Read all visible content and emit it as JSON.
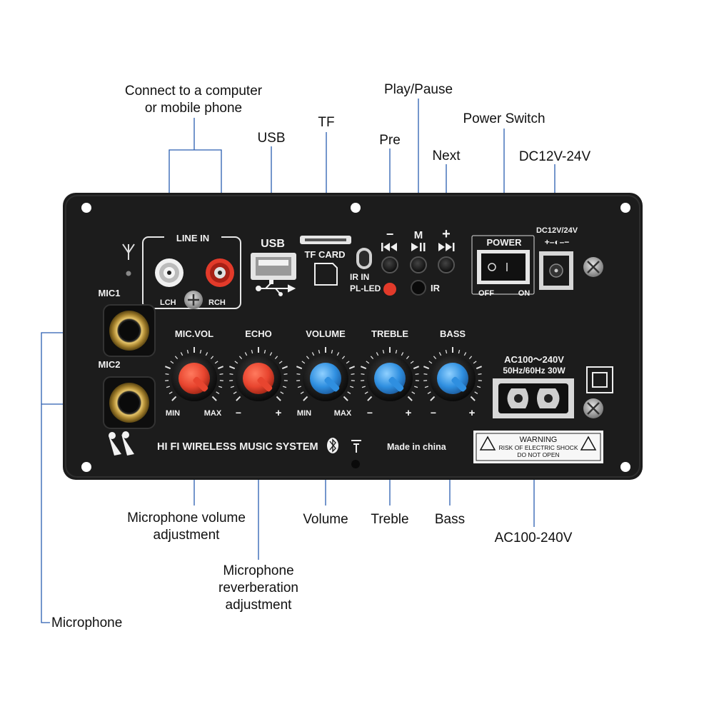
{
  "callouts": {
    "connect": "Connect to a computer",
    "connect2": "or mobile phone",
    "usb": "USB",
    "tf": "TF",
    "play_pause": "Play/Pause",
    "pre": "Pre",
    "next": "Next",
    "power_switch": "Power Switch",
    "dc": "DC12V-24V",
    "mic_volume": "Microphone volume",
    "mic_volume2": "adjustment",
    "mic_reverb": "Microphone",
    "mic_reverb2": "reverberation",
    "mic_reverb3": "adjustment",
    "volume": "Volume",
    "treble": "Treble",
    "bass": "Bass",
    "ac": "AC100-240V",
    "microphone": "Microphone"
  },
  "panel": {
    "line_in": "LINE IN",
    "lch": "LCH",
    "rch": "RCH",
    "usb": "USB",
    "tf_card": "TF CARD",
    "ir_in": "IR IN",
    "pl_led": "PL-LED",
    "ir": "IR",
    "minus": "−",
    "m": "M",
    "plus": "+",
    "power": "POWER",
    "off": "OFF",
    "on": "ON",
    "dc_label": "DC12V/24V",
    "dc_polarity": "+–◐–−",
    "mic1": "MIC1",
    "mic2": "MIC2",
    "mic_vol": "MIC.VOL",
    "echo": "ECHO",
    "volume": "VOLUME",
    "treble": "TREBLE",
    "bass": "BASS",
    "min": "MIN",
    "max": "MAX",
    "ac_label": "AC100～240V",
    "ac_spec": "50Hz/60Hz 30W",
    "brand": "HI FI WIRELESS MUSIC SYSTEM",
    "made_in": "Made in china",
    "warning": "WARNING",
    "warning2": "RISK OF ELECTRIC SHOCK",
    "warning3": "DO NOT OPEN"
  },
  "colors": {
    "panel": "#1c1c1c",
    "callout_line": "#2a5db0",
    "knob_red": "#e8452f",
    "knob_blue": "#2f8fe0",
    "gold": "#c9a54a"
  }
}
